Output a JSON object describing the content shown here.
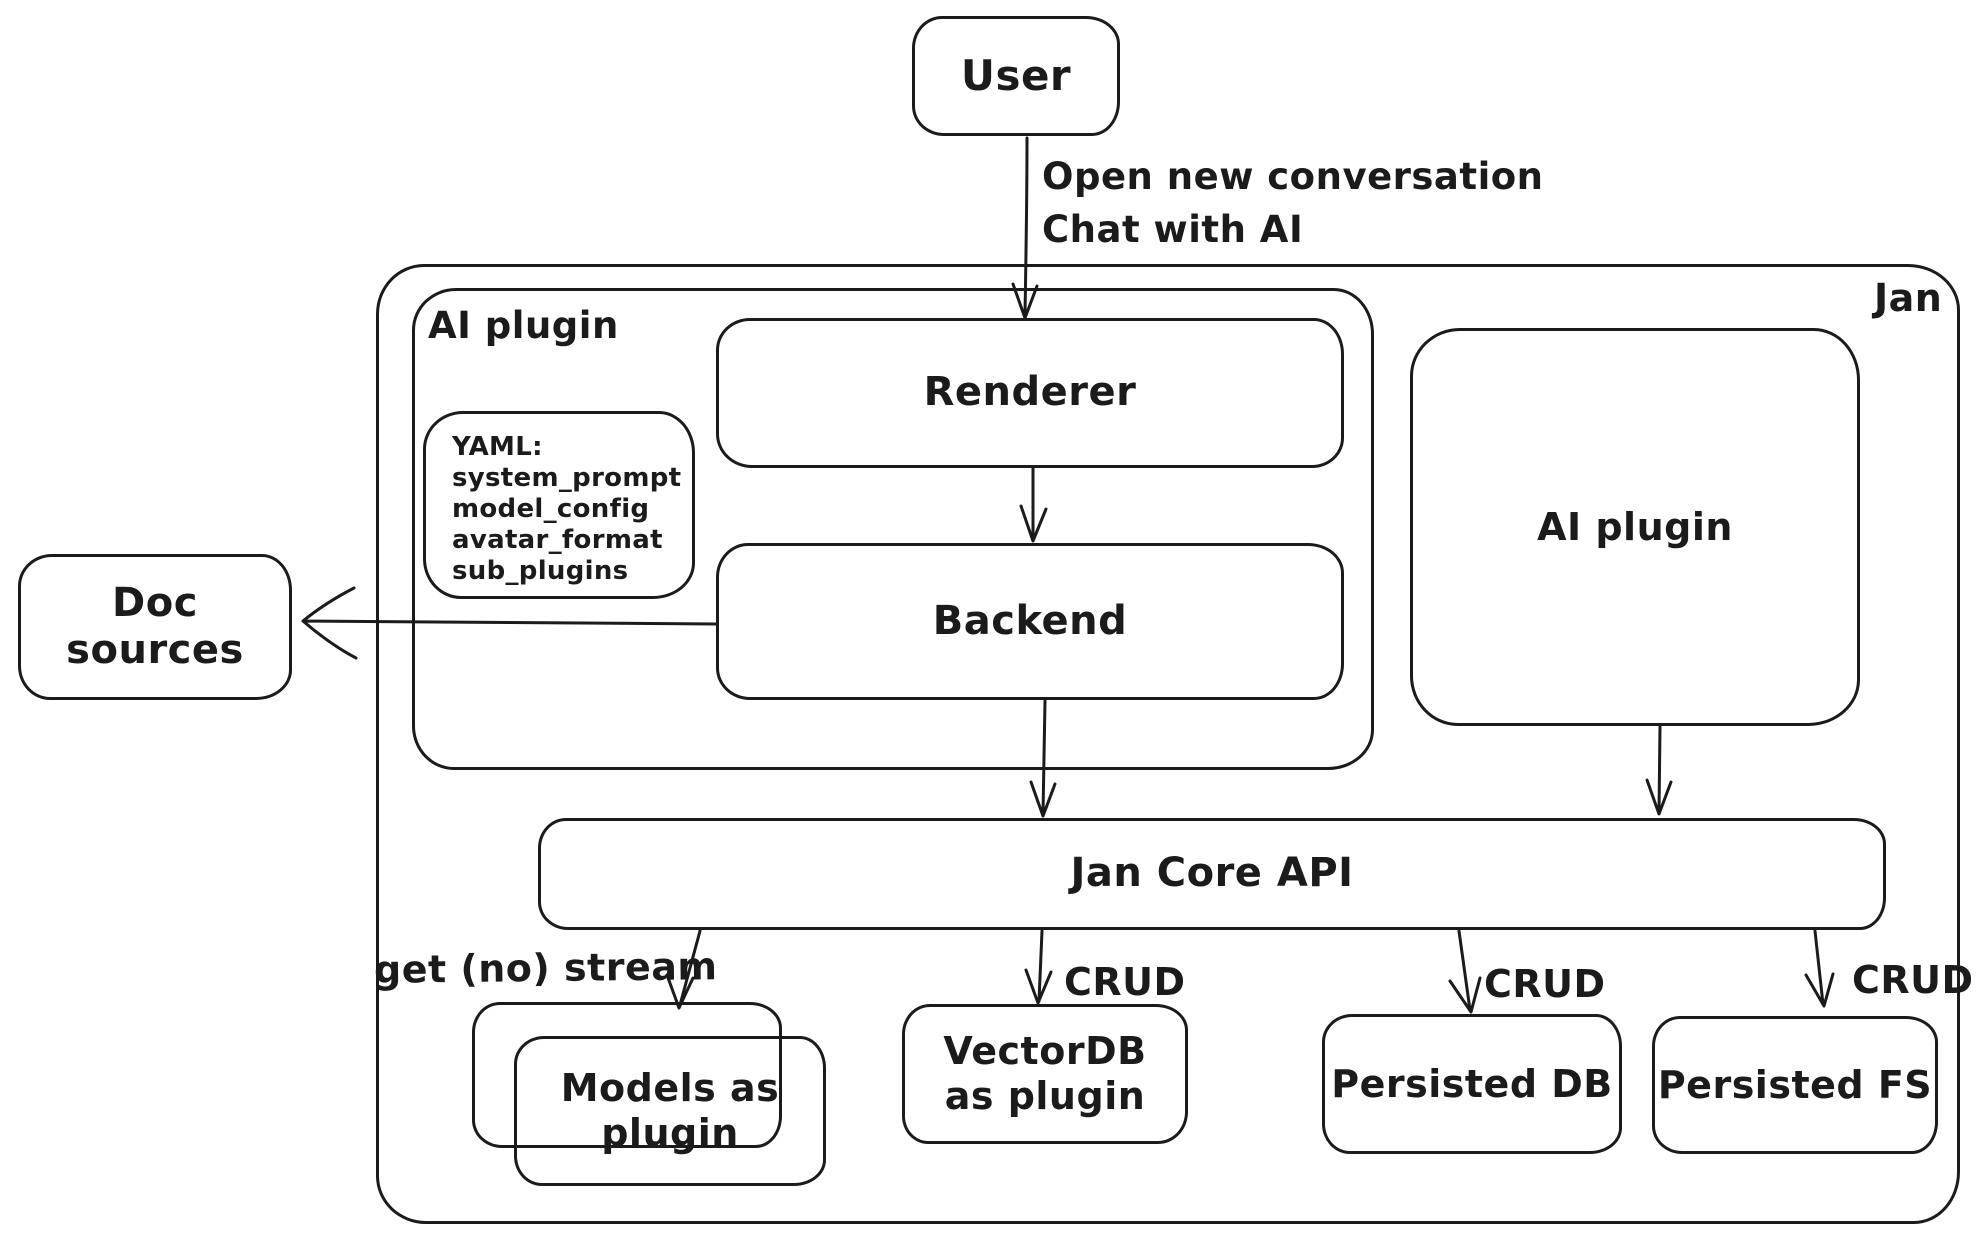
{
  "colors": {
    "stroke": "#1b1b1b",
    "background": "#ffffff"
  },
  "nodes": {
    "user": "User",
    "jan": "Jan",
    "ai_plugin_left": "AI plugin",
    "renderer": "Renderer",
    "backend": "Backend",
    "ai_plugin_right": "AI plugin",
    "doc_sources": "Doc sources",
    "jan_core_api": "Jan Core API",
    "models_plugin": "Models as plugin",
    "vectordb_plugin": "VectorDB as plugin",
    "persisted_db": "Persisted DB",
    "persisted_fs": "Persisted FS"
  },
  "yaml_note": {
    "lines": [
      "YAML:",
      "system_prompt",
      "model_config",
      "avatar_format",
      "sub_plugins"
    ]
  },
  "edge_labels": {
    "user_flow": [
      "Open new conversation",
      "Chat with AI"
    ],
    "get_stream": "get (no) stream",
    "crud_vectordb": "CRUD",
    "crud_persisted_db": "CRUD",
    "crud_persisted_fs": "CRUD"
  }
}
